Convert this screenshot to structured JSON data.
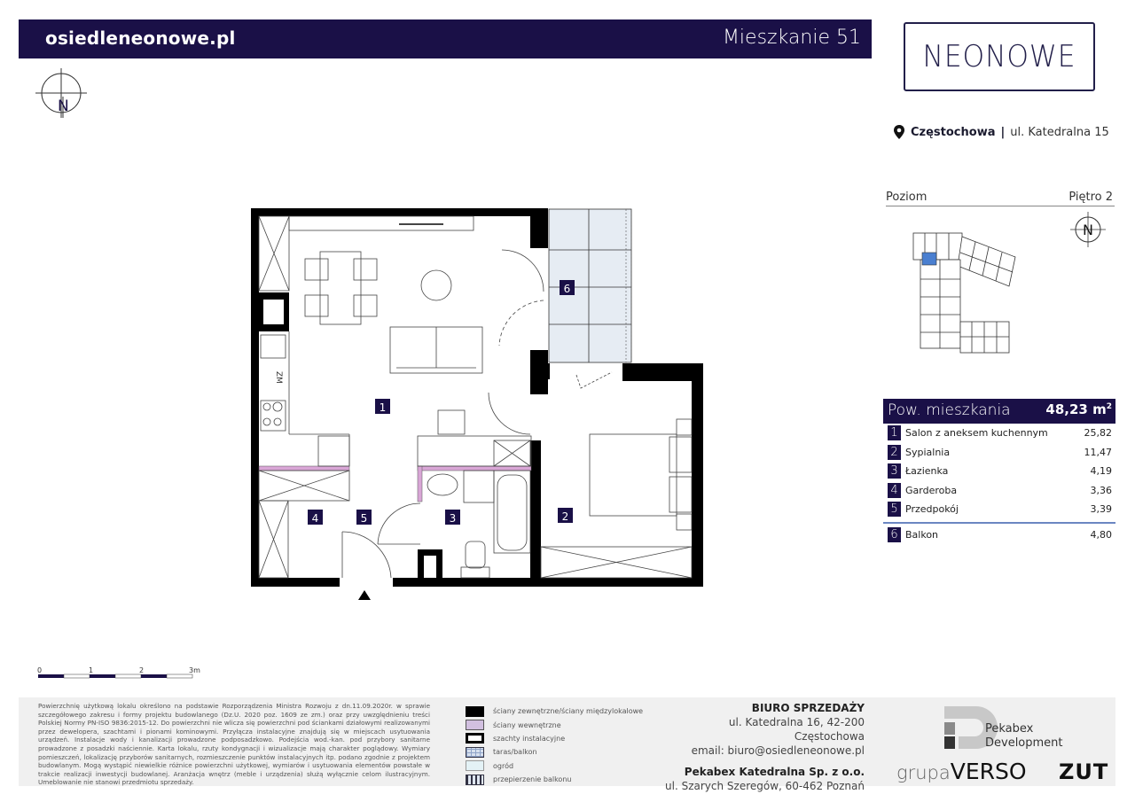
{
  "header": {
    "site_url": "osiedleneonowe.pl",
    "unit_title": "Mieszkanie 51"
  },
  "logo": {
    "text": "NEONOWE"
  },
  "address": {
    "icon": "map-pin-icon",
    "city": "Częstochowa",
    "separator": "|",
    "street": "ul. Katedralna 15"
  },
  "level": {
    "label": "Poziom",
    "value": "Piętro 2",
    "compass_label": "N"
  },
  "compass": {
    "label": "N"
  },
  "areas": {
    "title": "Pow. mieszkania",
    "total": "48,23 m",
    "total_unit_sup": "2",
    "rooms": [
      {
        "num": "1",
        "name": "Salon z aneksem kuchennym",
        "area": "25,82"
      },
      {
        "num": "2",
        "name": "Sypialnia",
        "area": "11,47"
      },
      {
        "num": "3",
        "name": "Łazienka",
        "area": "4,19"
      },
      {
        "num": "4",
        "name": "Garderoba",
        "area": "3,36"
      },
      {
        "num": "5",
        "name": "Przedpokój",
        "area": "3,39"
      }
    ],
    "extra": [
      {
        "num": "6",
        "name": "Balkon",
        "area": "4,80"
      }
    ]
  },
  "plan": {
    "room_labels": [
      "1",
      "2",
      "3",
      "4",
      "5",
      "6"
    ],
    "fridge_label": "ZM",
    "colors": {
      "wall": "#000000",
      "inner_wall": "#d9a6d6",
      "balcony": "#e6ecf3",
      "label_bg": "#1a1047"
    }
  },
  "scale": {
    "ticks": [
      "0",
      "1",
      "2",
      "3m"
    ]
  },
  "footer": {
    "disclaimer": "Powierzchnię użytkową lokalu określono na podstawie Rozporządzenia Ministra Rozwoju z dn.11.09.2020r. w sprawie szczegółowego zakresu i formy projektu budowlanego (Dz.U. 2020 poz. 1609 ze zm.) oraz przy uwzględnieniu treści Polskiej Normy PN-ISO 9836:2015-12. Do powierzchni nie wlicza się powierzchni pod ściankami działowymi realizowanymi przez dewelopera, szachtami i pionami kominowymi. Przyłącza instalacyjne znajdują się w miejscach usytuowania urządzeń. Instalacje wody i kanalizacji prowadzone podposadzkowo. Podejścia wod.-kan. pod przybory sanitarne prowadzone z posadzki naściennie. Karta lokalu, rzuty kondygnacji i wizualizacje mają charakter poglądowy. Wymiary pomieszczeń, lokalizację przyborów sanitarnych, rozmieszczenie punktów instalacyjnych itp. podano zgodnie z projektem budowlanym. Mogą wystąpić niewielkie różnice powierzchni użytkowej, wymiarów i usytuowania elementów powstałe w trakcie realizacji inwestycji budowlanej. Aranżacja wnętrz (meble i urządzenia) służą wyłącznie celom ilustracyjnym. Umeblowanie nie stanowi przedmiotu sprzedaży.",
    "legend": [
      {
        "label": "ściany zewnętrzne/ściany międzylokalowe",
        "swatch": "exterior-wall"
      },
      {
        "label": "ściany wewnętrzne",
        "swatch": "interior-wall"
      },
      {
        "label": "szachty instalacyjne",
        "swatch": "shaft"
      },
      {
        "label": "taras/balkon",
        "swatch": "balcony"
      },
      {
        "label": "ogród",
        "swatch": "garden"
      },
      {
        "label": "przepierzenie balkonu",
        "swatch": "balcony-partition"
      }
    ],
    "sales": {
      "title": "BIURO SPRZEDAŻY",
      "address": "ul. Katedralna 16, 42-200 Częstochowa",
      "email": "email: biuro@osiedleneonowe.pl",
      "company": "Pekabex Katedralna Sp. z o.o.",
      "company_address": "ul. Szarych Szeregów, 60-462 Poznań"
    },
    "partners": {
      "pekabex_line1": "Pekabex",
      "pekabex_line2": "Development",
      "verso_prefix": "grupa",
      "verso_main": "VERSO",
      "zut": "ZUT"
    }
  }
}
